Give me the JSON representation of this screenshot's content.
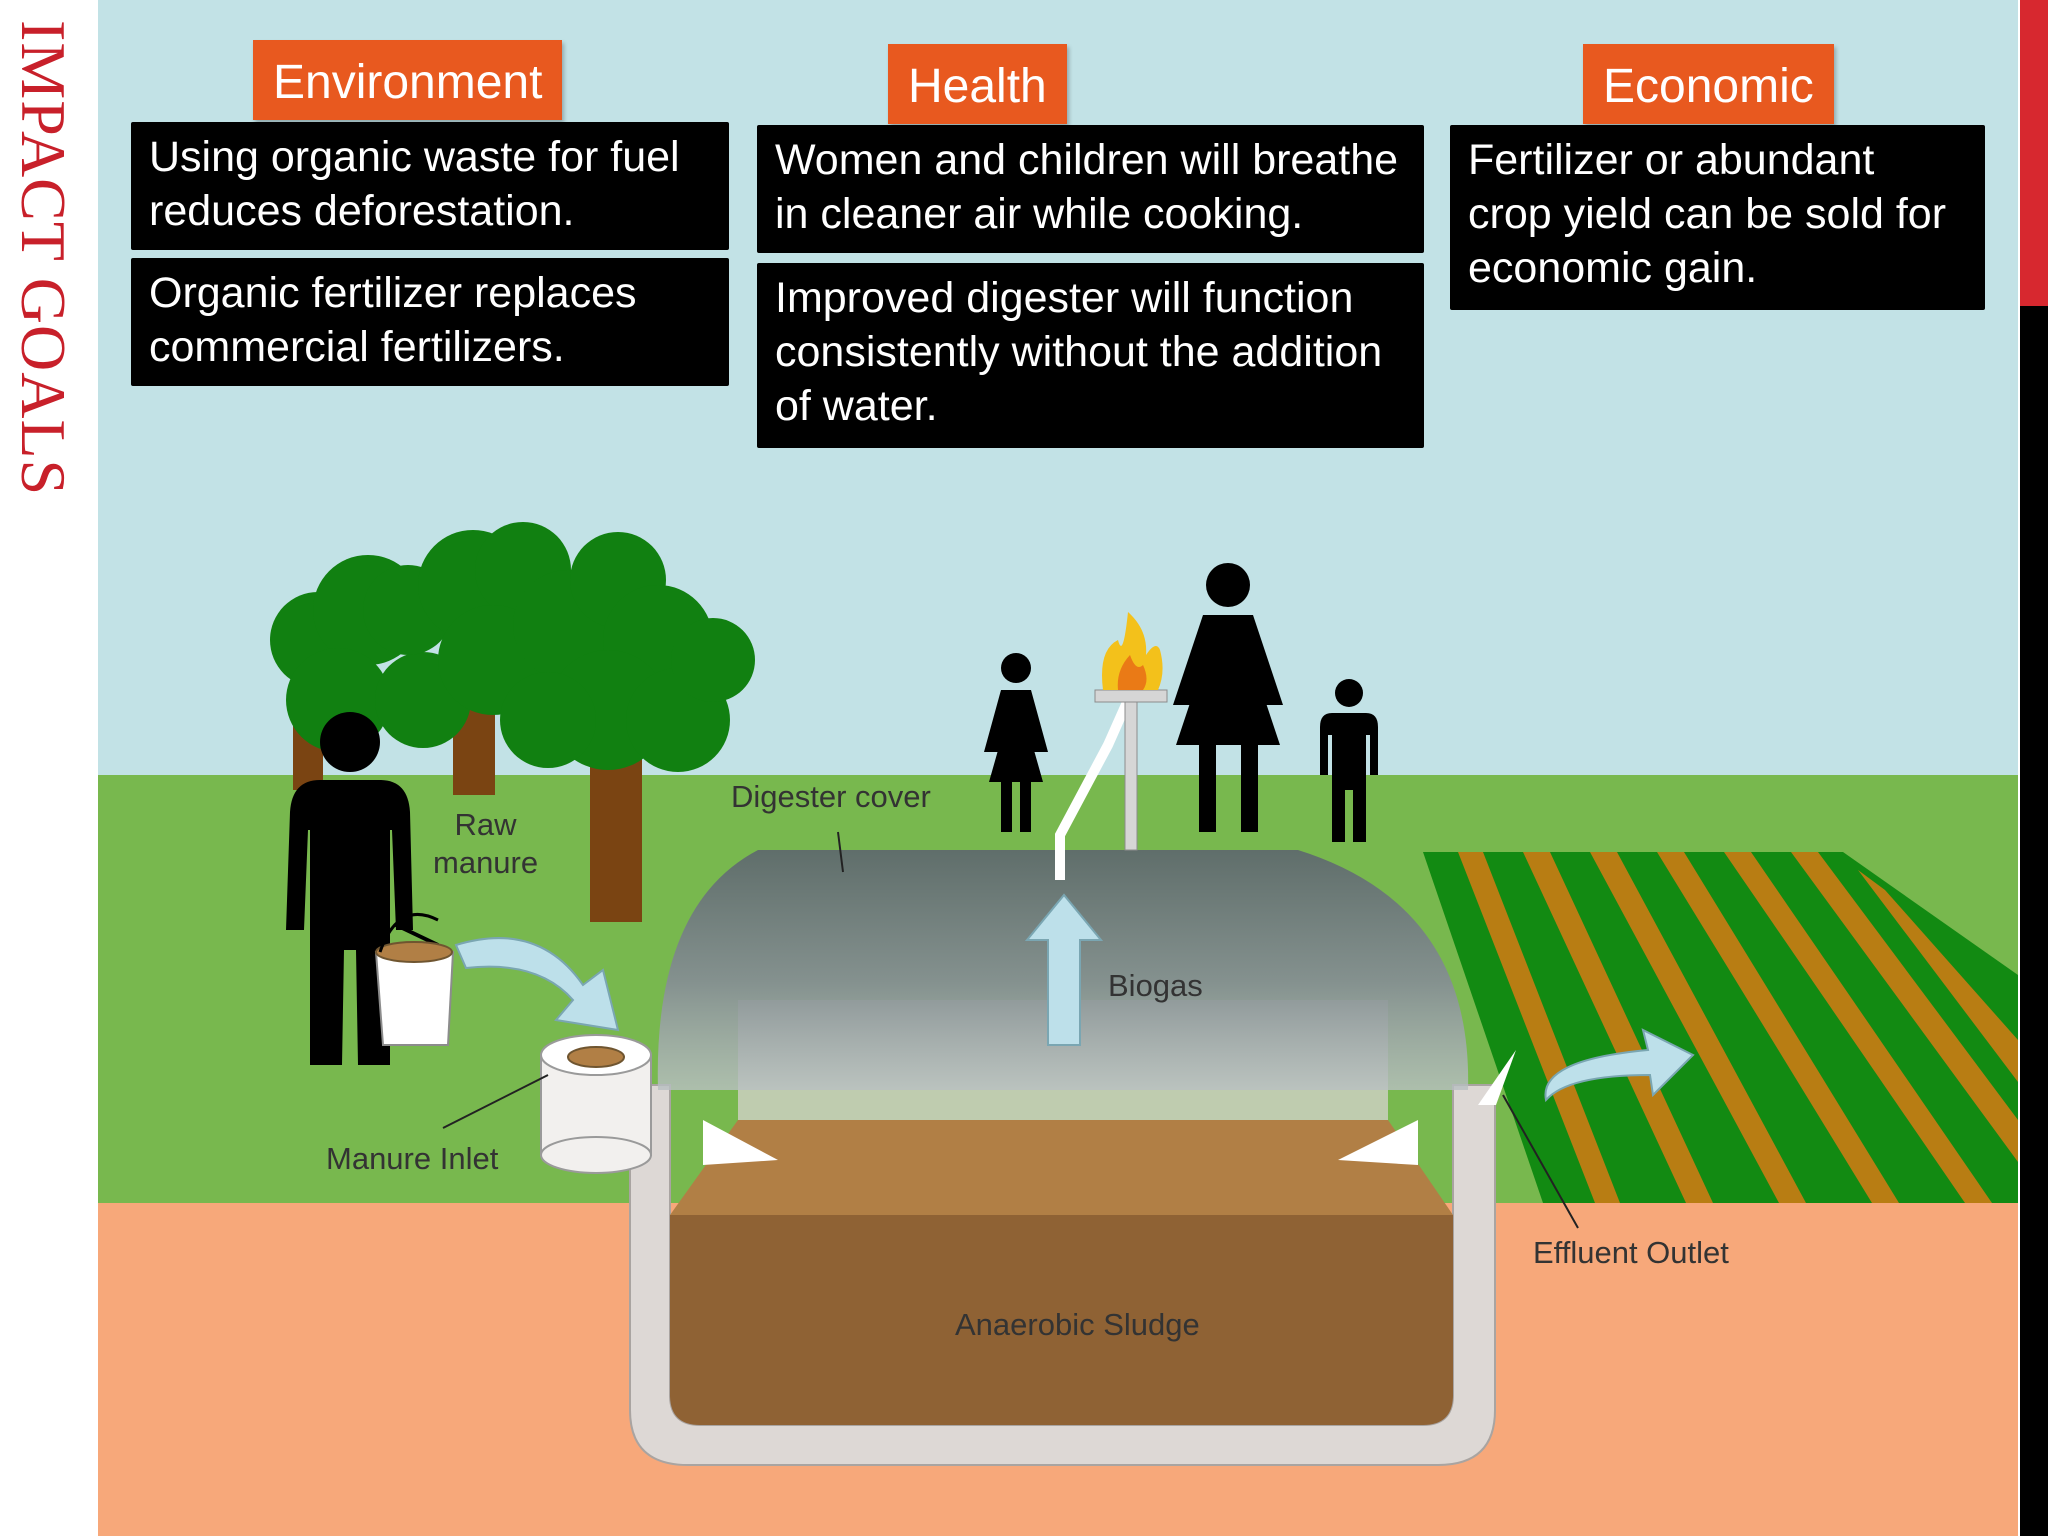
{
  "slide": {
    "title": "IMPACT GOALS",
    "accent_color": "#c8202a",
    "tag_color": "#e8591f"
  },
  "categories": [
    {
      "name": "Environment",
      "statements": [
        "Using organic waste for fuel reduces deforestation.",
        "Organic fertilizer replaces commercial fertilizers."
      ]
    },
    {
      "name": "Health",
      "statements": [
        "Women and children will breathe in cleaner air while cooking.",
        "Improved digester will function consistently without the addition of water."
      ]
    },
    {
      "name": "Economic",
      "statements": [
        "Fertilizer or abundant crop yield can be sold for economic gain."
      ]
    }
  ],
  "diagram": {
    "labels": {
      "raw_manure": "Raw\nmanure",
      "digester_cover": "Digester cover",
      "biogas": "Biogas",
      "manure_inlet": "Manure Inlet",
      "effluent_outlet": "Effluent Outlet",
      "anaerobic_sludge": "Anaerobic Sludge"
    },
    "colors": {
      "sky": "#c2e2e6",
      "grass": "#78b84e",
      "soil": "#f7a87a",
      "sludge": "#8f6234",
      "tree": "#118011",
      "trunk": "#7a4412",
      "field_green": "#128a12",
      "field_brown": "#b87d13"
    }
  }
}
